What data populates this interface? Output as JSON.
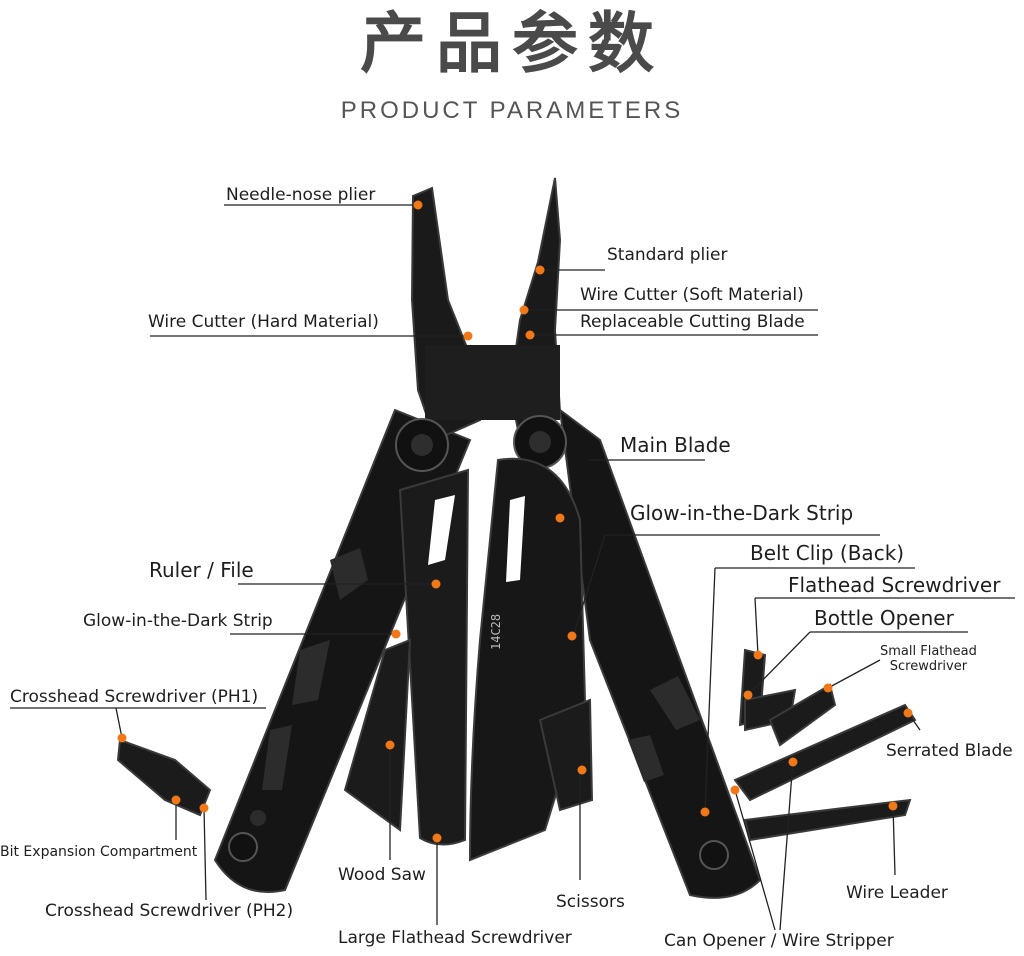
{
  "header": {
    "title_zh": "产品参数",
    "title_en": "PRODUCT PARAMETERS"
  },
  "blade_marking": "14C28",
  "colors": {
    "tool_body": "#151515",
    "tool_edge": "#3a3a3a",
    "marker": "#f07818",
    "leader_line": "#222222",
    "title": "#4a4a4a"
  },
  "labels": {
    "needle_nose_plier": "Needle-nose plier",
    "standard_plier": "Standard plier",
    "wire_cutter_soft": "Wire Cutter (Soft Material)",
    "replaceable_blade": "Replaceable Cutting Blade",
    "wire_cutter_hard": "Wire Cutter (Hard Material)",
    "main_blade": "Main Blade",
    "glow_strip_right": "Glow-in-the-Dark Strip",
    "belt_clip": "Belt Clip (Back)",
    "flathead_screwdriver": "Flathead Screwdriver",
    "bottle_opener": "Bottle Opener",
    "small_flathead_1": "Small Flathead",
    "small_flathead_2": "Screwdriver",
    "serrated_blade": "Serrated Blade",
    "wire_leader": "Wire Leader",
    "can_opener": "Can Opener / Wire Stripper",
    "scissors": "Scissors",
    "large_flathead": "Large Flathead Screwdriver",
    "wood_saw": "Wood Saw",
    "crosshead_ph2": "Crosshead Screwdriver (PH2)",
    "bit_expansion": "Bit Expansion Compartment",
    "crosshead_ph1": "Crosshead Screwdriver (PH1)",
    "glow_strip_left": "Glow-in-the-Dark Strip",
    "ruler_file": "Ruler / File"
  }
}
